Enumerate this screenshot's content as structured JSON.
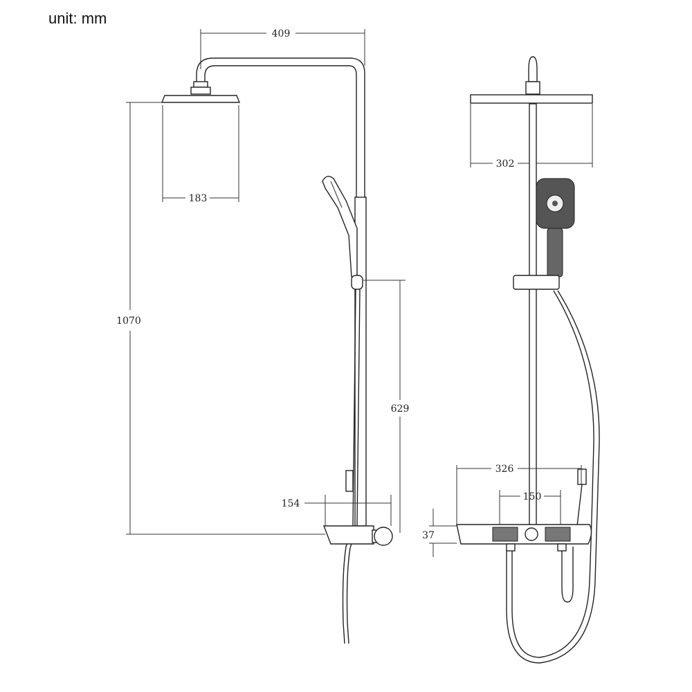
{
  "unit_label": "unit: mm",
  "left_view": {
    "dim_arm_reach": "409",
    "dim_head_width": "183",
    "dim_total_height": "1070",
    "dim_holder_height": "629",
    "dim_mixer_depth": "154"
  },
  "right_view": {
    "dim_head_width": "302",
    "dim_mixer_width": "326",
    "dim_inlet_spacing": "150",
    "dim_mixer_height": "37"
  }
}
